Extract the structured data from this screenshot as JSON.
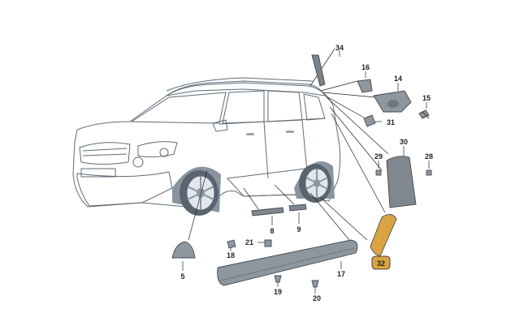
{
  "diagram": {
    "colors": {
      "background": "#ffffff",
      "car_body": "#dde5ee",
      "car_shade": "#c3ced9",
      "glass": "#b6c3cf",
      "part_gray": "#8e969e",
      "part_dark": "#6d757d",
      "highlight": "#d9a441",
      "ink": "#222222"
    },
    "callouts": [
      {
        "id": "c34",
        "label": "34",
        "part": "b-pillar trim strip"
      },
      {
        "id": "c16",
        "label": "16",
        "part": "mirror base bracket"
      },
      {
        "id": "c14",
        "label": "14",
        "part": "mirror housing cap"
      },
      {
        "id": "c15",
        "label": "15",
        "part": "screw"
      },
      {
        "id": "c31",
        "label": "31",
        "part": "clip"
      },
      {
        "id": "c30",
        "label": "30",
        "part": "c-pillar trim panel"
      },
      {
        "id": "c29",
        "label": "29",
        "part": "clip"
      },
      {
        "id": "c28",
        "label": "28",
        "part": "clip"
      },
      {
        "id": "c8",
        "label": "8",
        "part": "door trim strip"
      },
      {
        "id": "c9",
        "label": "9",
        "part": "door trim strip"
      },
      {
        "id": "c21",
        "label": "21",
        "part": "clip"
      },
      {
        "id": "c18",
        "label": "18",
        "part": "clip"
      },
      {
        "id": "c5",
        "label": "5",
        "part": "bracket"
      },
      {
        "id": "c17",
        "label": "17",
        "part": "sill trim panel"
      },
      {
        "id": "c19",
        "label": "19",
        "part": "clip"
      },
      {
        "id": "c20",
        "label": "20",
        "part": "screw"
      },
      {
        "id": "c32",
        "label": "32",
        "part": "wheel arch trim",
        "highlighted": true
      }
    ]
  }
}
